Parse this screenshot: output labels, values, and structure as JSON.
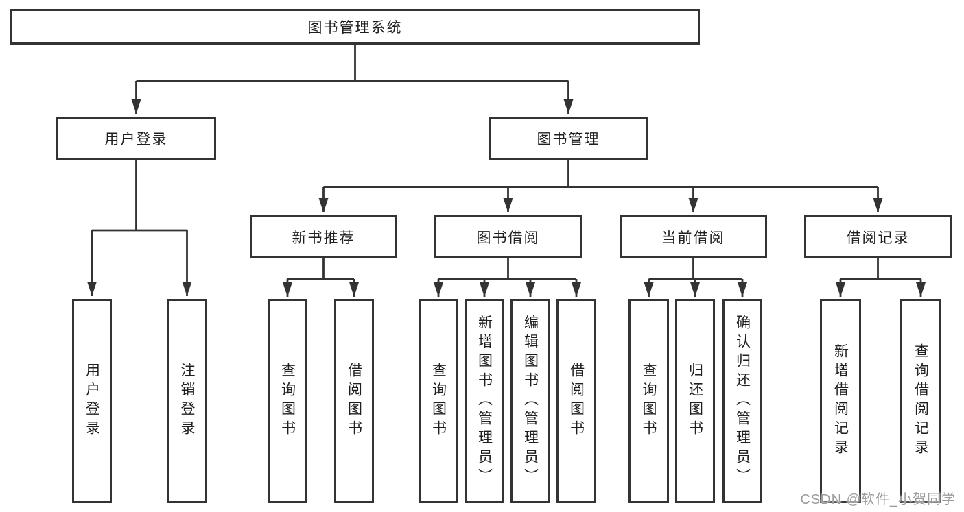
{
  "diagram": {
    "root": "图书管理系统",
    "children": [
      {
        "label": "用户登录",
        "children": [
          {
            "label": "用户登录"
          },
          {
            "label": "注销登录"
          }
        ]
      },
      {
        "label": "图书管理",
        "children": [
          {
            "label": "新书推荐",
            "children": [
              {
                "label": "查询图书"
              },
              {
                "label": "借阅图书"
              }
            ]
          },
          {
            "label": "图书借阅",
            "children": [
              {
                "label": "查询图书"
              },
              {
                "label": "新增图书（管理员）"
              },
              {
                "label": "编辑图书（管理员）"
              },
              {
                "label": "借阅图书"
              }
            ]
          },
          {
            "label": "当前借阅",
            "children": [
              {
                "label": "查询图书"
              },
              {
                "label": "归还图书"
              },
              {
                "label": "确认归还（管理员）"
              }
            ]
          },
          {
            "label": "借阅记录",
            "children": [
              {
                "label": "新增借阅记录"
              },
              {
                "label": "查询借阅记录"
              }
            ]
          }
        ]
      }
    ]
  },
  "watermark": "CSDN @软件_小贺同学",
  "colors": {
    "line": "#333333",
    "box_border": "#333333",
    "text": "#1f1f1f",
    "watermark": "#9c9c9c",
    "background": "#ffffff"
  }
}
